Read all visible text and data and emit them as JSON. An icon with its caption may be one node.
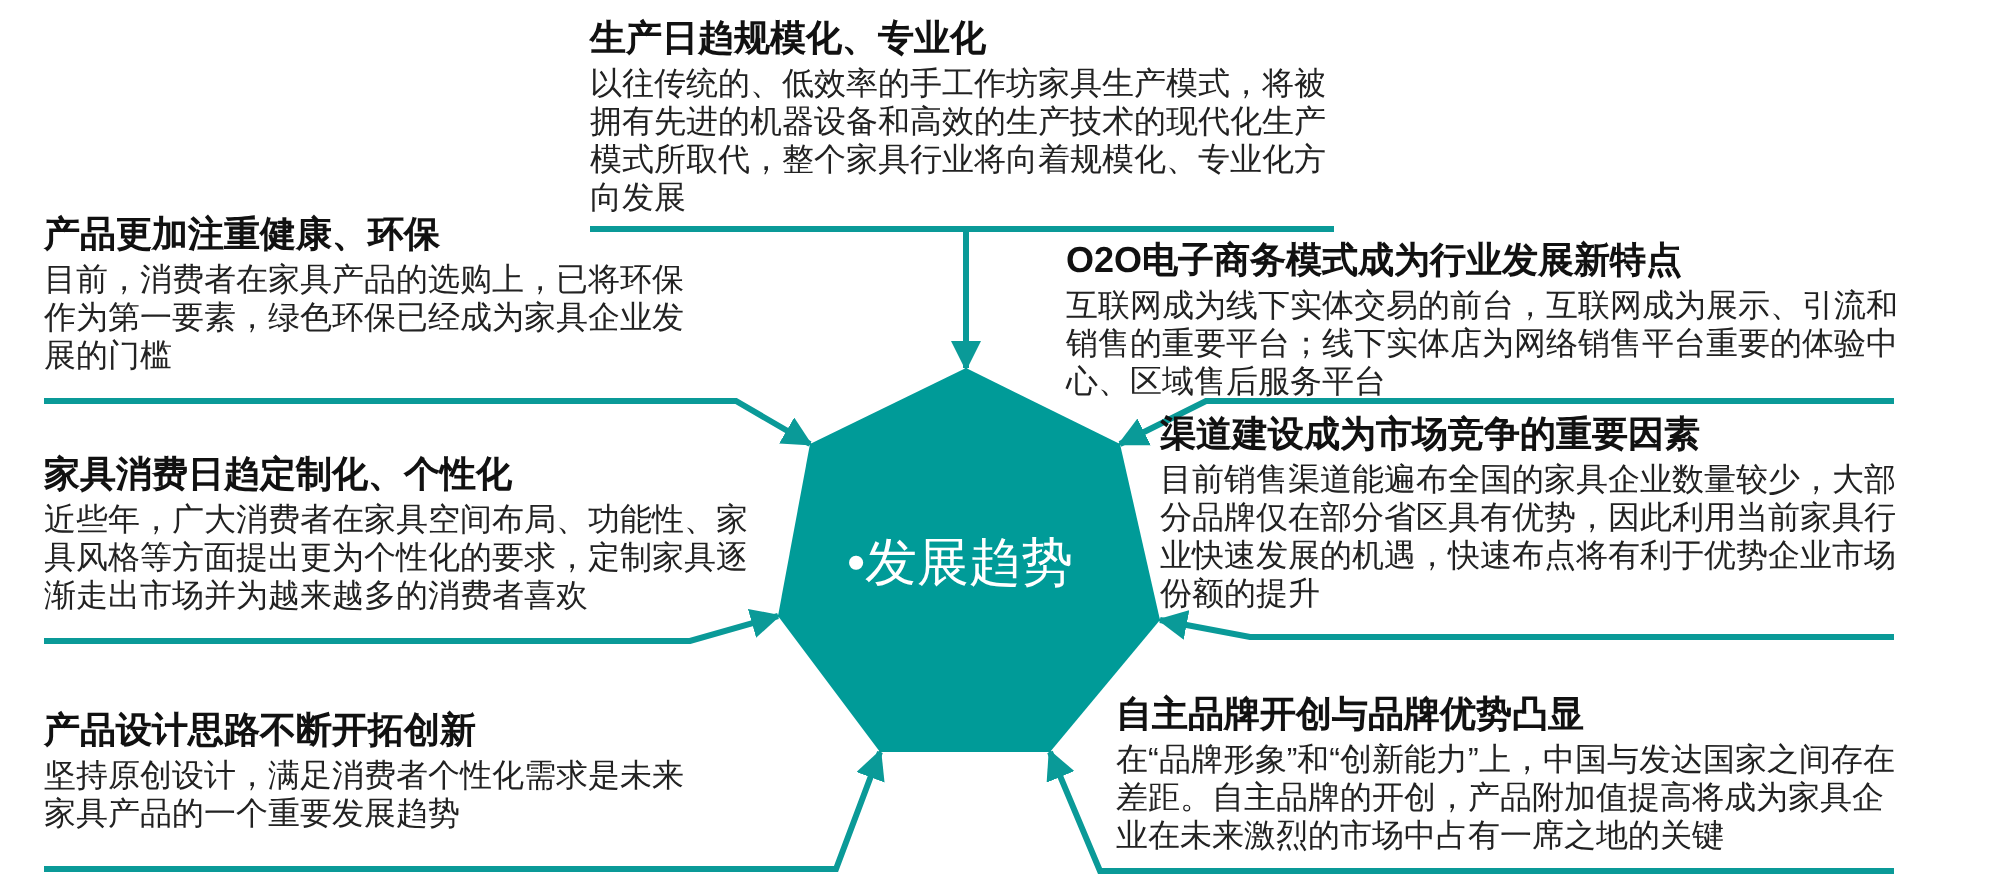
{
  "diagram": {
    "nodes": [
      {
        "text": [
          "•发展趋势"
        ]
      },
      {
        "text": [
          "生产日趋规模化、专业化",
          "以往传统的、低效率的手工作坊家具生产模式，将被拥有先进的机器设备和高效的生产技术的现代化生产模式所取代，整个家具行业将向着规模化、专业化方向发展"
        ]
      },
      {
        "text": [
          "产品更加注重健康、环保",
          "目前，消费者在家具产品的选购上，已将环保作为第一要素，绿色环保已经成为家具企业发展的门槛"
        ]
      },
      {
        "text": [
          "O2O电子商务模式成为行业发展新特点",
          "互联网成为线下实体交易的前台，互联网成为展示、引流和销售的重要平台；线下实体店为网络销售平台重要的体验中心、区域售后服务平台"
        ]
      },
      {
        "text": [
          "渠道建设成为市场竞争的重要因素",
          "目前销售渠道能遍布全国的家具企业数量较少，大部分品牌仅在部分省区具有优势，因此利用当前家具行业快速发展的机遇，快速布点将有利于优势企业市场份额的提升"
        ]
      },
      {
        "text": [
          "家具消费日趋定制化、个性化",
          "近些年，广大消费者在家具空间布局、功能性、家具风格等方面提出更为个性化的要求，定制家具逐渐走出市场并为越来越多的消费者喜欢"
        ]
      },
      {
        "text": [
          "产品设计思路不断开拓创新",
          "坚持原创设计，满足消费者个性化需求是未来家具产品的一个重要发展趋势"
        ]
      },
      {
        "text": [
          "自主品牌开创与品牌优势凸显",
          "在“品牌形象”和“创新能力”上，中国与发达国家之间存在差距。自主品牌的开创，产品附加值提高将成为家具企业在未来激烈的市场中占有一席之地的关键"
        ]
      }
    ],
    "edges": [
      {
        "from": 1,
        "to": 0,
        "arrow": "to"
      },
      {
        "from": 2,
        "to": 0,
        "arrow": "to"
      },
      {
        "from": 3,
        "to": 0,
        "arrow": "to"
      },
      {
        "from": 4,
        "to": 0,
        "arrow": "to"
      },
      {
        "from": 5,
        "to": 0,
        "arrow": "to"
      },
      {
        "from": 6,
        "to": 0,
        "arrow": "to"
      },
      {
        "from": 7,
        "to": 0,
        "arrow": "to"
      }
    ]
  }
}
